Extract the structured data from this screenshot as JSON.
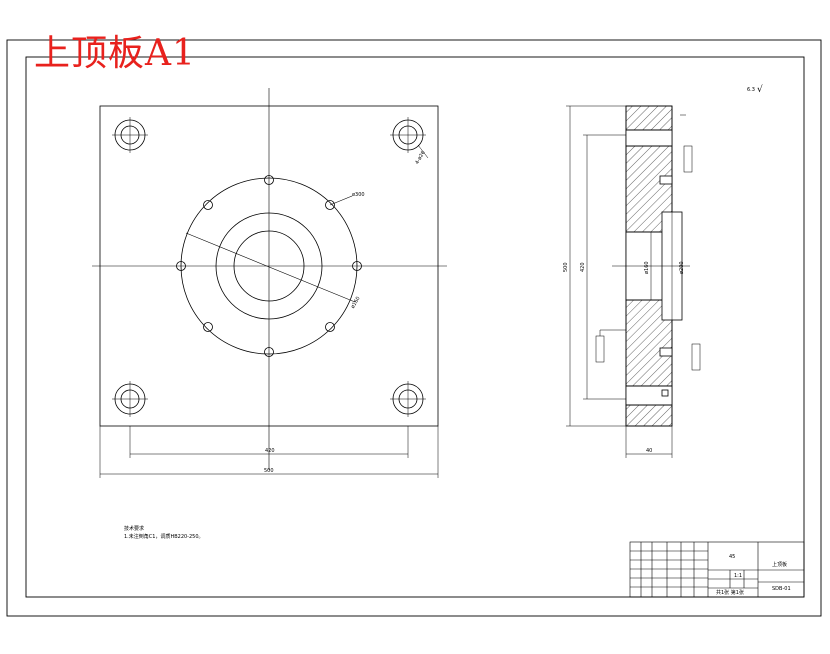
{
  "drawing": {
    "title": "上顶板A1",
    "accent_color": "#e8211d",
    "line_color": "#000000"
  },
  "front_view": {
    "dim_hole_spacing": "420",
    "dim_overall_width": "500",
    "dim_pitch_circle": "ø300",
    "dim_inner_bore": "ø160",
    "dim_corner_hole": "4-ø26"
  },
  "section_view": {
    "dim_overall_height": "500",
    "dim_hole_spacing": "420",
    "dim_bore": "ø160",
    "dim_bore_large": "ø200",
    "dim_thickness": "40",
    "roughness_mark": "√",
    "roughness_value": "6.3"
  },
  "notes": {
    "heading": "技术要求",
    "line1": "1.未注倒角C1，调质HB220-250。"
  },
  "title_block": {
    "part_name": "上顶板",
    "drawing_number": "SDB-01",
    "material": "45",
    "scale": "1:1",
    "sheet": "共1张 第1张"
  }
}
